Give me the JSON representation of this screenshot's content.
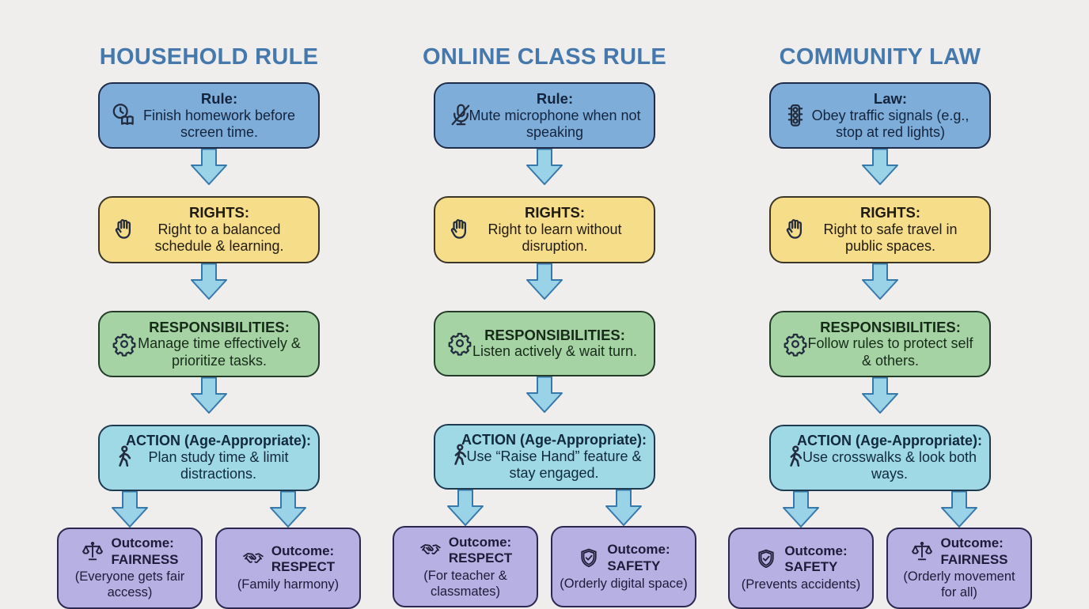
{
  "colors": {
    "background": "#efeeec",
    "header_text": "#4579ad",
    "rule_box_fill": "#7fadd9",
    "rights_box_fill": "#f6dd8a",
    "responsibilities_box_fill": "#a5d3a3",
    "action_box_fill": "#9fd9e6",
    "outcome_box_fill": "#b7b1e3",
    "arrow_fill": "#9ad3e8",
    "arrow_stroke": "#3779ab"
  },
  "columns": [
    {
      "header": "HOUSEHOLD RULE",
      "rule": {
        "icon": "clock-book-icon",
        "title": "Rule:",
        "body": "Finish homework before screen time."
      },
      "rights": {
        "icon": "raised-hand-icon",
        "title": "RIGHTS:",
        "body": "Right to a balanced schedule & learning."
      },
      "responsibilities": {
        "icon": "gear-icon",
        "title": "RESPONSIBILITIES:",
        "body": "Manage time effectively & prioritize tasks."
      },
      "action": {
        "icon": "walking-person-icon",
        "title": "ACTION (Age-Appropriate):",
        "body": "Plan study time & limit distractions."
      },
      "outcomes": [
        {
          "icon": "scales-icon",
          "title": "Outcome:",
          "name": "FAIRNESS",
          "detail": "(Everyone gets fair access)"
        },
        {
          "icon": "handshake-icon",
          "title": "Outcome:",
          "name": "RESPECT",
          "detail": "(Family harmony)"
        }
      ]
    },
    {
      "header": "ONLINE CLASS RULE",
      "rule": {
        "icon": "muted-microphone-icon",
        "title": "Rule:",
        "body": "Mute microphone when not speaking"
      },
      "rights": {
        "icon": "raised-hand-icon",
        "title": "RIGHTS:",
        "body": "Right to learn without disruption."
      },
      "responsibilities": {
        "icon": "gear-icon",
        "title": "RESPONSIBILITIES:",
        "body": "Listen actively & wait turn."
      },
      "action": {
        "icon": "walking-person-icon",
        "title": "ACTION (Age-Appropriate):",
        "body": "Use “Raise Hand” feature & stay engaged."
      },
      "outcomes": [
        {
          "icon": "handshake-icon",
          "title": "Outcome:",
          "name": "RESPECT",
          "detail": "(For teacher & classmates)"
        },
        {
          "icon": "shield-check-icon",
          "title": "Outcome:",
          "name": "SAFETY",
          "detail": "(Orderly digital space)"
        }
      ]
    },
    {
      "header": "COMMUNITY LAW",
      "rule": {
        "icon": "traffic-light-icon",
        "title": "Law:",
        "body": "Obey traffic signals (e.g., stop at red lights)"
      },
      "rights": {
        "icon": "raised-hand-icon",
        "title": "RIGHTS:",
        "body": "Right to safe travel in public spaces."
      },
      "responsibilities": {
        "icon": "gear-icon",
        "title": "RESPONSIBILITIES:",
        "body": "Follow rules to protect self & others."
      },
      "action": {
        "icon": "walking-person-icon",
        "title": "ACTION (Age-Appropriate):",
        "body": "Use crosswalks & look both ways."
      },
      "outcomes": [
        {
          "icon": "shield-check-icon",
          "title": "Outcome:",
          "name": "SAFETY",
          "detail": "(Prevents accidents)"
        },
        {
          "icon": "scales-icon",
          "title": "Outcome:",
          "name": "FAIRNESS",
          "detail": "(Orderly movement for all)"
        }
      ]
    }
  ]
}
